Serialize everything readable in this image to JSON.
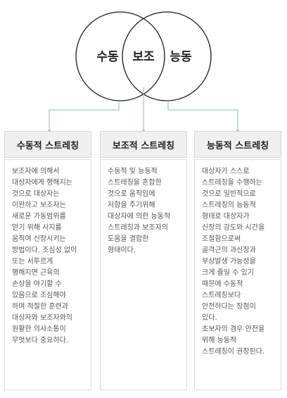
{
  "venn": {
    "left_label": "수동",
    "center_label": "보조",
    "right_label": "능동",
    "stroke_color": "#1a1a1a",
    "connector_color": "#9fc3e0"
  },
  "columns": [
    {
      "title": "수동적 스트레칭",
      "body": "보조자에 의해서\n대상자에게 행해지는\n것으로 대상자는\n이완하고 보조자는\n새로운 가동범위를\n얻기 위해 사지를\n움직여 신장시키는\n방법이다. 조심성 없이\n또는 서투르게\n행해지면 근육의\n손상을 야기할 수\n있음으로 조심해야\n하며 적절한 훈련과\n대상자와 보조자와의\n원활한 의사소통이\n무엇보다 중요하다."
    },
    {
      "title": "보조적 스트레칭",
      "body": "수동적 및 능동적\n스트레칭을 혼합한\n것으로 움직임에\n저항을 주기위해\n대상자에 의한 능동적\n스트레칭과 보조자의\n도움을 결합한\n형태이다."
    },
    {
      "title": "능동적 스트레칭",
      "body": "대상자가 스스로\n스트레칭을 수행하는\n것으로 일반적으로\n스트레칭의 능동적\n형태로 대상자가\n신장의 강도와 시간을\n조절함으로써\n골격근의 과신장과\n부상발생 가능성을\n크게 줄일 수 있기\n때문에 수동적\n스트레칭보다\n안전하다는 장점이\n있다.\n 초보자의 경우 안전을\n위해 능동적\n스트레칭이 권장된다."
    }
  ]
}
